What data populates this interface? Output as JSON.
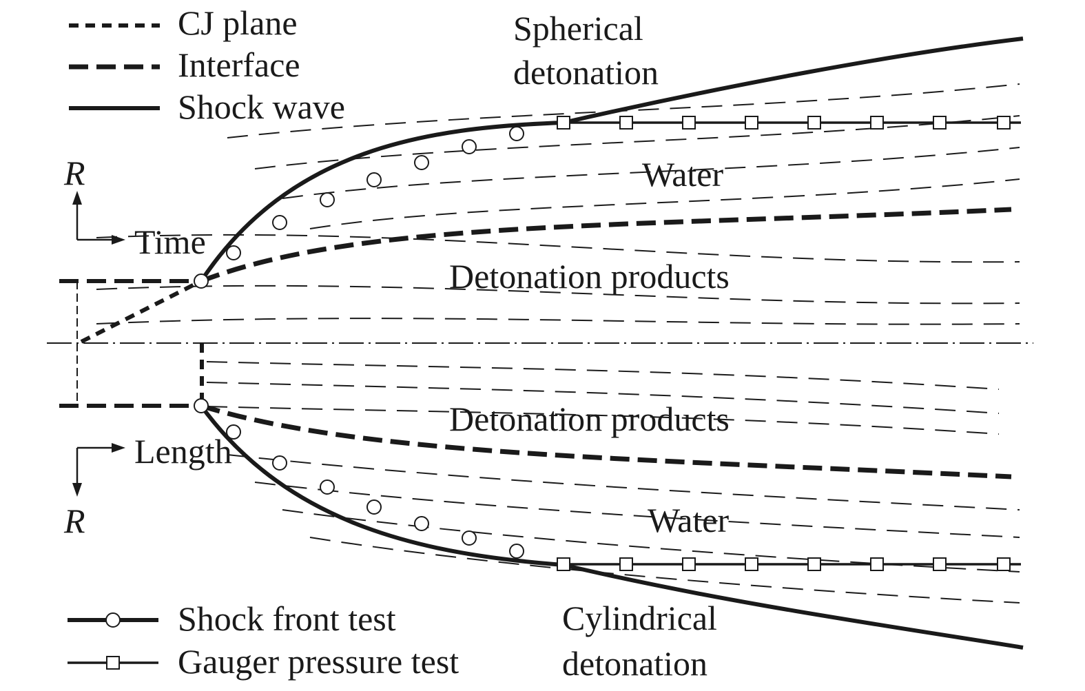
{
  "legend": {
    "cj_plane": "CJ plane",
    "interface": "Interface",
    "shock_wave": "Shock wave",
    "shock_front_test": "Shock front test",
    "gauger_pressure_test": "Gauger pressure test"
  },
  "labels": {
    "spherical_line1": "Spherical",
    "spherical_line2": "detonation",
    "water_upper": "Water",
    "products_upper": "Detonation products",
    "products_lower": "Detonation products",
    "water_lower": "Water",
    "cylindrical_line1": "Cylindrical",
    "cylindrical_line2": "detonation"
  },
  "axes": {
    "r_upper": "R",
    "time": "Time",
    "length": "Length",
    "r_lower": "R"
  },
  "colors": {
    "ink": "#1a1a1a",
    "background": "#ffffff"
  }
}
